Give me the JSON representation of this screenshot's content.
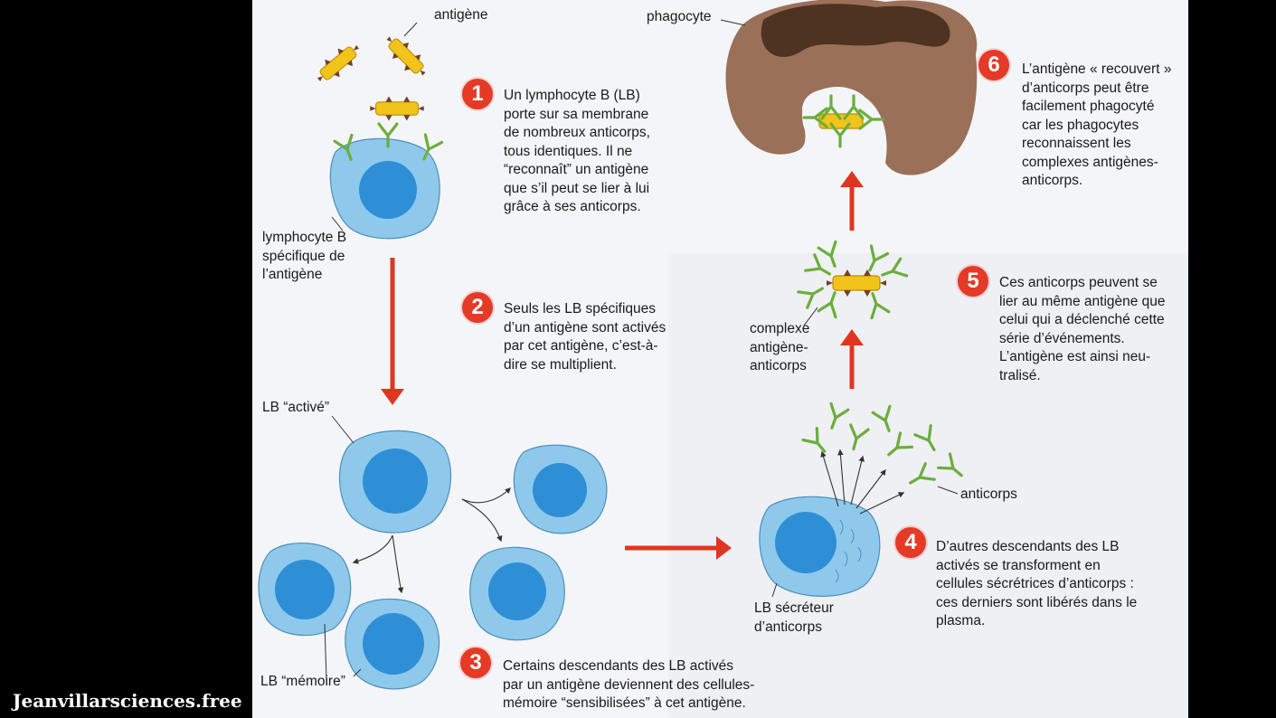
{
  "watermark": "Jeanvillarsciences.free",
  "labels": {
    "antigene": "antigène",
    "phagocyte": "phagocyte",
    "lymphocyte_b": "lymphocyte B\nspécifique de\nl’antigène",
    "lb_active": "LB “activé”",
    "lb_memoire": "LB “mémoire”",
    "lb_secreteur": "LB sécréteur\nd’anticorps",
    "anticorps": "anticorps",
    "complexe": "complexe\nantigène-\nanticorps"
  },
  "steps": [
    {
      "number": "1",
      "text": "Un lymphocyte B (LB)\nporte sur sa membrane\nde nombreux anticorps,\ntous identiques. Il ne\n“reconnaît” un antigène\nque s’il peut se lier à lui\ngrâce à ses anticorps."
    },
    {
      "number": "2",
      "text": "Seuls les LB spécifiques\nd’un antigène sont activés\npar cet antigène, c’est-à-\ndire se multiplient."
    },
    {
      "number": "3",
      "text": "Certains descendants des LB activés\npar un antigène deviennent des cellules-\nmémoire “sensibilisées” à cet antigène."
    },
    {
      "number": "4",
      "text": "D’autres descendants des LB\nactivés se transforment en\ncellules sécrétrices d’anticorps :\nces derniers sont libérés dans le\nplasma."
    },
    {
      "number": "5",
      "text": "Ces anticorps peuvent se\nlier au même antigène que\ncelui qui a déclenché cette\nsérie d’événements.\nL’antigène est ainsi neu-\ntralisé."
    },
    {
      "number": "6",
      "text": "L’antigène « recouvert »\nd’anticorps peut être\nfacilement phagocyté\ncar les phagocytes\nreconnaissent les\ncomplexes antigènes-\nanticorps."
    }
  ],
  "colors": {
    "badge": "#e43a26",
    "arrow": "#e0361f",
    "cell_cytoplasm": "#8ec9ec",
    "cell_nucleus": "#2f8fd6",
    "antigen": "#f2c318",
    "antibody": "#6cae3c",
    "phagocyte_body": "#9b7058",
    "phagocyte_nucleus": "#4e3222"
  }
}
